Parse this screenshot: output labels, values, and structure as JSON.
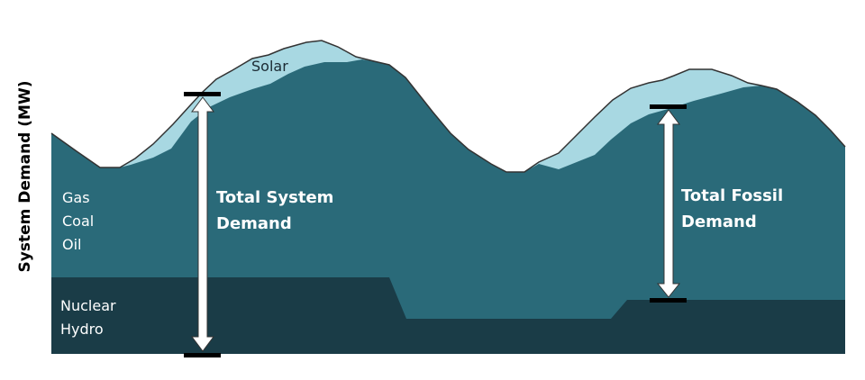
{
  "chart_data": {
    "type": "area",
    "title": "",
    "xlabel": "",
    "ylabel": "System Demand (MW)",
    "description": "Stacked area diagram of electricity demand over time showing a baseload layer, a fossil layer and a solar layer on top, with two annotated demand arrows.",
    "layers": [
      {
        "name": "Nuclear / Hydro",
        "labels": [
          "Nuclear",
          "Hydro"
        ],
        "color": "#1a3c47"
      },
      {
        "name": "Gas / Coal / Oil",
        "labels": [
          "Gas",
          "Coal",
          "Oil"
        ],
        "color": "#2a6a79"
      },
      {
        "name": "Solar",
        "labels": [
          "Solar"
        ],
        "color": "#a8d8e2"
      }
    ],
    "annotations": [
      {
        "label": "Total System Demand",
        "type": "double-arrow",
        "from": "baseline",
        "to": "total demand peak (left)"
      },
      {
        "label": "Total Fossil Demand",
        "type": "double-arrow",
        "from": "top of nuclear/hydro",
        "to": "top of fossil layer (right)"
      }
    ],
    "grid": false,
    "legend": "inline labels"
  },
  "diagram": {
    "y_axis_label": "System Demand (MW)",
    "solar_label": "Solar",
    "fossil_labels": [
      "Gas",
      "Coal",
      "Oil"
    ],
    "baseload_labels": [
      "Nuclear",
      "Hydro"
    ],
    "total_system_demand": [
      "Total System",
      "Demand"
    ],
    "total_fossil_demand": [
      "Total Fossil",
      "Demand"
    ],
    "colors": {
      "baseload": "#1a3c47",
      "fossil": "#2a6a79",
      "solar": "#a8d8e2",
      "outline": "#333333",
      "arrow": "#ffffff",
      "bar": "#000000"
    }
  }
}
